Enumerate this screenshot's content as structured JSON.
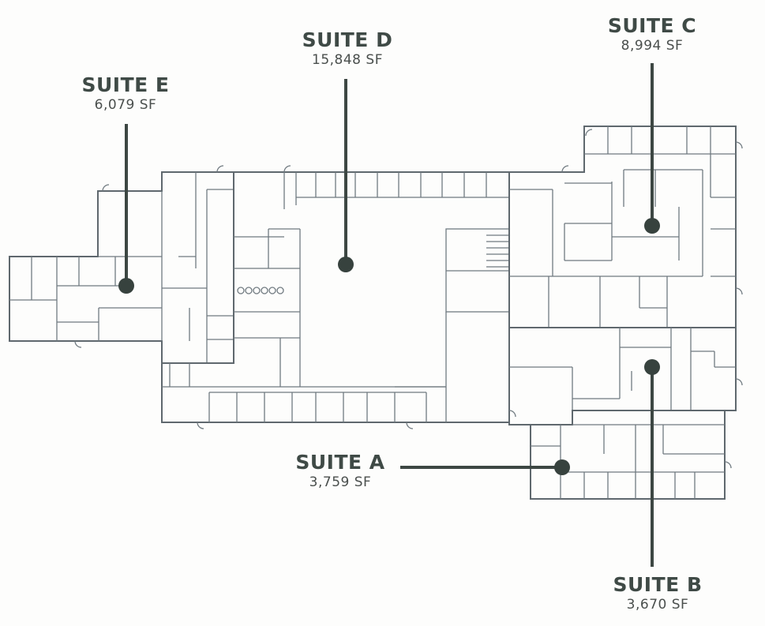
{
  "suites": {
    "a": {
      "name": "SUITE A",
      "area": "3,759 SF",
      "color": "#e4e4e0"
    },
    "b": {
      "name": "SUITE B",
      "area": "3,670 SF",
      "color": "#d2d3d1"
    },
    "c": {
      "name": "SUITE C",
      "area": "8,994 SF",
      "color": "#fdf3e6"
    },
    "d": {
      "name": "SUITE D",
      "area": "15,848 SF",
      "color": "#dcecf6"
    },
    "e": {
      "name": "SUITE E",
      "area": "6,079 SF",
      "color": "#e5e7ea"
    }
  },
  "colors": {
    "leader": "#3d4743",
    "wall": "#707a80",
    "background": "#fdfdfc"
  }
}
